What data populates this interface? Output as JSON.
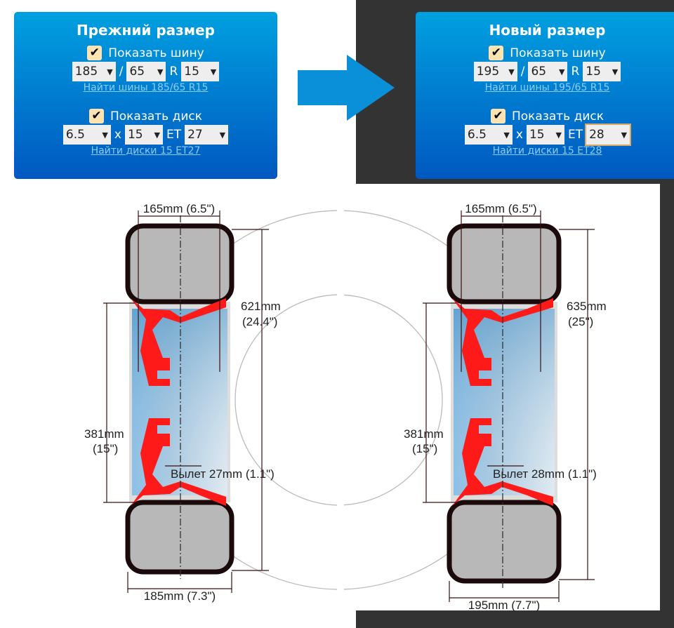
{
  "old": {
    "title": "Прежний размер",
    "show_tire": "Показать шину",
    "tire_width": "185",
    "tire_profile": "65",
    "r": "R",
    "rim_diam": "15",
    "sep": "/",
    "find_tires": "Найти шины 185/65 R15",
    "show_disc": "Показать диск",
    "disc_width": "6.5",
    "x": "x",
    "disc_diam": "15",
    "et": "ET",
    "offset": "27",
    "find_discs": "Найти диски 15 ET27",
    "dims": {
      "rim_width": "165mm (6.5\")",
      "outer_diam_mm": "621mm",
      "outer_diam_in": "(24.4\")",
      "rim_diam_mm": "381mm",
      "rim_diam_in": "(15\")",
      "offset_label": "Вылет 27mm (1.1\")",
      "tire_width": "185mm (7.3\")"
    }
  },
  "new": {
    "title": "Новый размер",
    "show_tire": "Показать шину",
    "tire_width": "195",
    "tire_profile": "65",
    "r": "R",
    "rim_diam": "15",
    "sep": "/",
    "find_tires": "Найти шины 195/65 R15",
    "show_disc": "Показать диск",
    "disc_width": "6.5",
    "x": "x",
    "disc_diam": "15",
    "et": "ET",
    "offset": "28",
    "find_discs": "Найти диски 15 ET28",
    "dims": {
      "rim_width": "165mm (6.5\")",
      "outer_diam_mm": "635mm",
      "outer_diam_in": "(25\")",
      "rim_diam_mm": "381mm",
      "rim_diam_in": "(15\")",
      "offset_label": "Вылет 28mm (1.1\")",
      "tire_width": "195mm (7.7\")"
    }
  },
  "icons": {
    "checkbox": "check-icon",
    "arrow": "arrow-right-icon",
    "dropdown": "caret-down-icon"
  },
  "colors": {
    "panel_top": "#00a0e0",
    "panel_bottom": "#0058c0",
    "disc": "#ff1a1a",
    "tire": "#1a0a0a"
  }
}
